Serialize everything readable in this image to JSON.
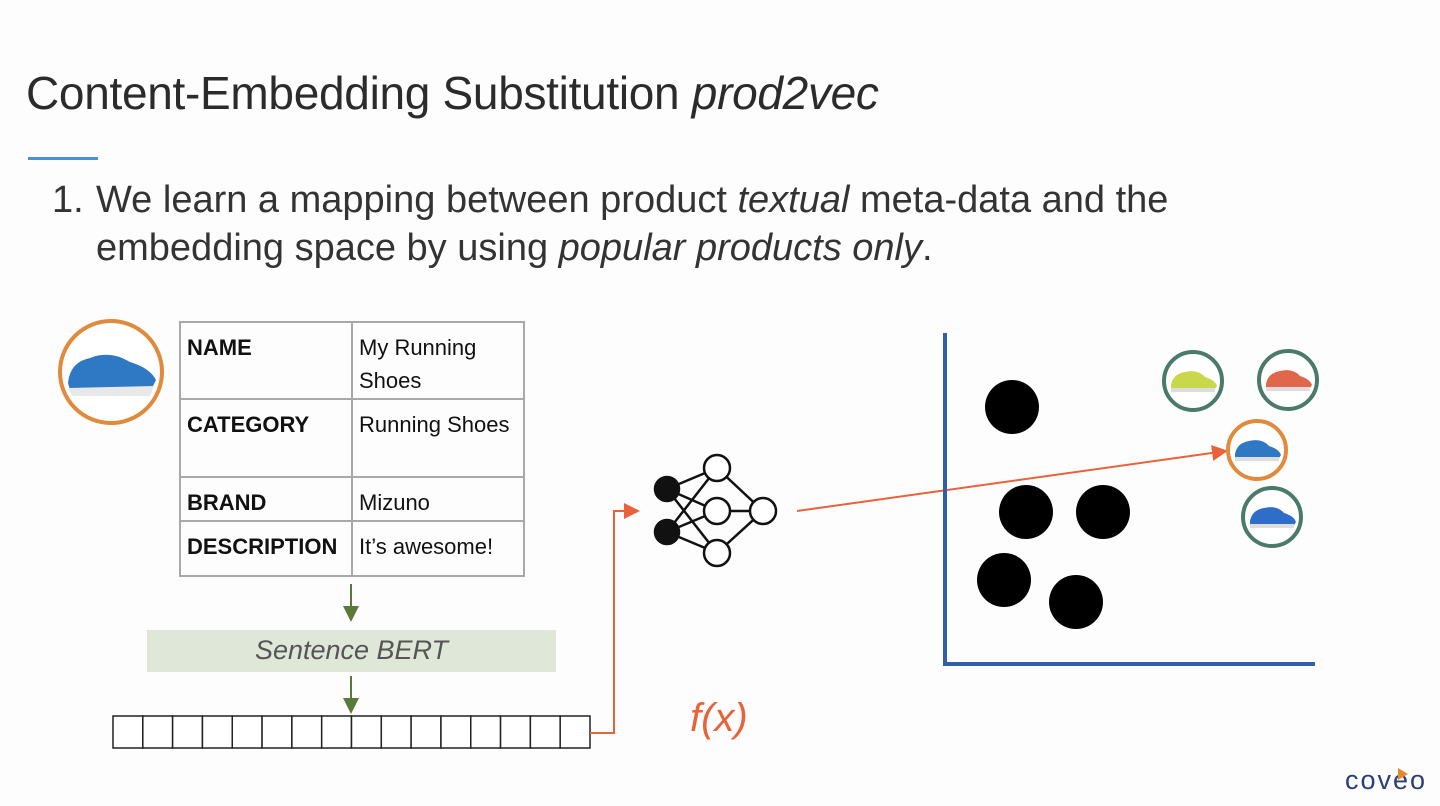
{
  "slide": {
    "title": "Content-Embedding Substitution",
    "title_italic": "prod2vec",
    "bullet": {
      "number": "1.",
      "parts": [
        "We learn a mapping between product ",
        "textual",
        " meta-data and the embedding space by using ",
        "popular products only",
        "."
      ]
    }
  },
  "product_table": {
    "rows": [
      {
        "key": "NAME",
        "value": "My Running Shoes"
      },
      {
        "key": "CATEGORY",
        "value": "Running Shoes"
      },
      {
        "key": "BRAND",
        "value": "Mizuno"
      },
      {
        "key": "DESCRIPTION",
        "value": "It’s awesome!"
      }
    ]
  },
  "encoder_label": "Sentence BERT",
  "vector_cells": 16,
  "function_label": "f(x)",
  "logo": "coveo",
  "colors": {
    "accent": "#4a8fd8",
    "orange": "#e8623a",
    "axis": "#2f5fa8",
    "teal": "#4a7a6a",
    "ring_orange": "#e08a3c",
    "green_arrow": "#5a7a3a"
  },
  "shoe_colors": {
    "query": "#2f78c4",
    "neighbor_1": "#c8d84a",
    "neighbor_2": "#e0674a",
    "neighbor_3": "#2f6ec8"
  }
}
